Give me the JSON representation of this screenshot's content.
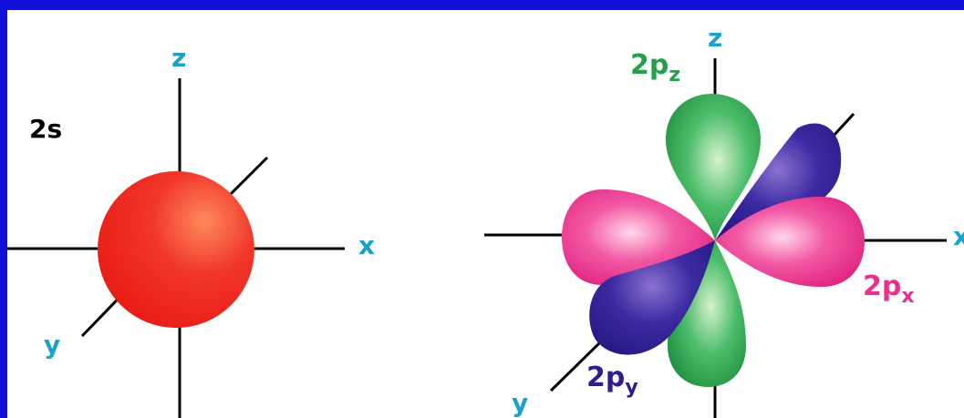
{
  "left_diagram": {
    "orbital_label": "2s",
    "axis_z": "z",
    "axis_x": "x",
    "axis_y": "y"
  },
  "right_diagram": {
    "axis_z": "z",
    "axis_x": "x",
    "axis_y": "y",
    "pz_base": "2p",
    "pz_sub": "z",
    "px_base": "2p",
    "px_sub": "x",
    "py_base": "2p",
    "py_sub": "y"
  },
  "colors": {
    "background_border": "#1010d8",
    "panel": "#ffffff",
    "axis_label": "#19a3c9",
    "s_orbital": "#e8221b",
    "pz_orbital": "#22a04a",
    "px_orbital": "#ea2f8c",
    "py_orbital": "#2c1e90",
    "label_2s": "#000000"
  }
}
